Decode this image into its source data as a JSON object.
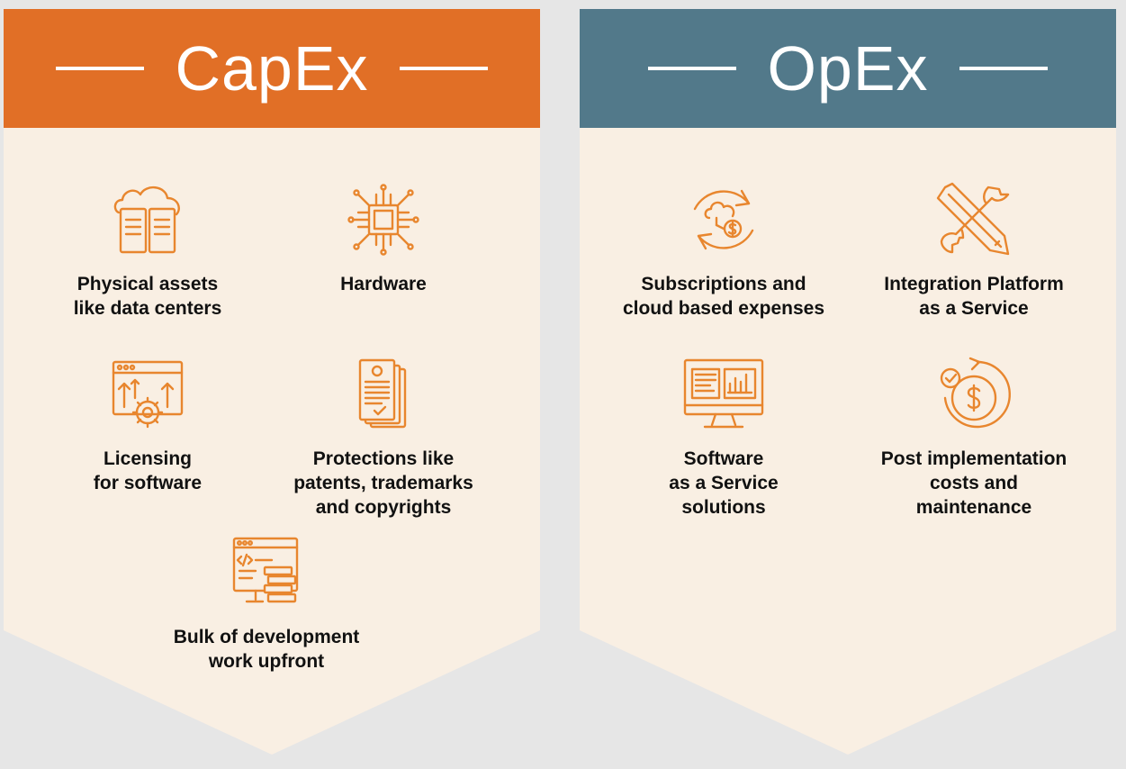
{
  "colors": {
    "background": "#e6e6e6",
    "panel_fill": "#f9efe3",
    "capex_header": "#e16f26",
    "opex_header": "#52798a",
    "icon_orange": "#e8862e",
    "label_text": "#111111"
  },
  "capex": {
    "title": "CapEx",
    "items": [
      {
        "icon": "cloud-servers-icon",
        "label": "Physical assets\nlike data centers"
      },
      {
        "icon": "chip-icon",
        "label": "Hardware"
      },
      {
        "icon": "software-license-gear-icon",
        "label": "Licensing\nfor software"
      },
      {
        "icon": "documents-certificate-icon",
        "label": "Protections like\npatents, trademarks\nand copyrights"
      },
      {
        "icon": "code-monitor-icon",
        "label": "Bulk of development\nwork upfront"
      }
    ]
  },
  "opex": {
    "title": "OpEx",
    "items": [
      {
        "icon": "cloud-cycle-dollar-icon",
        "label": "Subscriptions and\ncloud based expenses"
      },
      {
        "icon": "wrench-pencil-icon",
        "label": "Integration Platform\nas a Service"
      },
      {
        "icon": "dashboard-monitor-icon",
        "label": "Software\nas a Service\nsolutions"
      },
      {
        "icon": "dollar-cycle-check-icon",
        "label": "Post implementation\ncosts and\nmaintenance"
      }
    ]
  }
}
